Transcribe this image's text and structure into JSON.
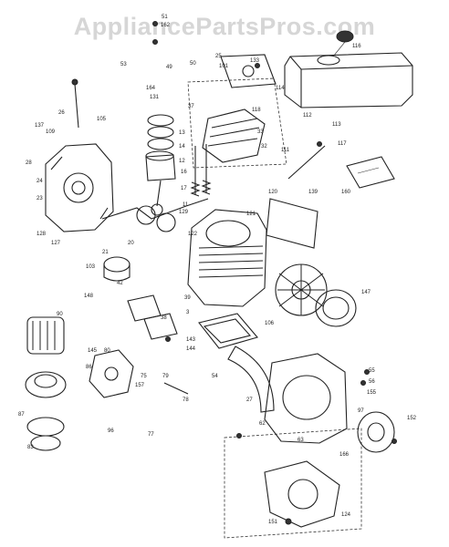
{
  "watermark": "AppliancePartsPros.com",
  "callouts": [
    {
      "id": "c51",
      "text": "51"
    },
    {
      "id": "c162",
      "text": "162"
    },
    {
      "id": "c50",
      "text": "50"
    },
    {
      "id": "c49",
      "text": "49"
    },
    {
      "id": "c53",
      "text": "53"
    },
    {
      "id": "c164",
      "text": "164"
    },
    {
      "id": "c101",
      "text": "101"
    },
    {
      "id": "c25",
      "text": "25"
    },
    {
      "id": "c133",
      "text": "133"
    },
    {
      "id": "c116",
      "text": "116"
    },
    {
      "id": "c114",
      "text": "114"
    },
    {
      "id": "c113",
      "text": "113"
    },
    {
      "id": "c112",
      "text": "112"
    },
    {
      "id": "c117",
      "text": "117"
    },
    {
      "id": "c33",
      "text": "33"
    },
    {
      "id": "c37",
      "text": "37"
    },
    {
      "id": "c32",
      "text": "32"
    },
    {
      "id": "c118",
      "text": "118"
    },
    {
      "id": "c26",
      "text": "26"
    },
    {
      "id": "c131",
      "text": "131"
    },
    {
      "id": "c137",
      "text": "137"
    },
    {
      "id": "c109",
      "text": "109"
    },
    {
      "id": "c105",
      "text": "105"
    },
    {
      "id": "c13",
      "text": "13"
    },
    {
      "id": "c12",
      "text": "12"
    },
    {
      "id": "c28",
      "text": "28"
    },
    {
      "id": "c24",
      "text": "24"
    },
    {
      "id": "c23",
      "text": "23"
    },
    {
      "id": "c121",
      "text": "121"
    },
    {
      "id": "c111",
      "text": "111"
    },
    {
      "id": "c160",
      "text": "160"
    },
    {
      "id": "c120",
      "text": "120"
    },
    {
      "id": "c139",
      "text": "139"
    },
    {
      "id": "c16",
      "text": "16"
    },
    {
      "id": "c17",
      "text": "17"
    },
    {
      "id": "c11",
      "text": "11"
    },
    {
      "id": "c14",
      "text": "14"
    },
    {
      "id": "c128",
      "text": "128"
    },
    {
      "id": "c127",
      "text": "127"
    },
    {
      "id": "c129",
      "text": "129"
    },
    {
      "id": "c122",
      "text": "122"
    },
    {
      "id": "c21",
      "text": "21"
    },
    {
      "id": "c103",
      "text": "103"
    },
    {
      "id": "c20",
      "text": "20"
    },
    {
      "id": "c147",
      "text": "147"
    },
    {
      "id": "c148",
      "text": "148"
    },
    {
      "id": "c42",
      "text": "42"
    },
    {
      "id": "c39",
      "text": "39"
    },
    {
      "id": "c38",
      "text": "38"
    },
    {
      "id": "c3",
      "text": "3"
    },
    {
      "id": "c106",
      "text": "106"
    },
    {
      "id": "c90",
      "text": "90"
    },
    {
      "id": "c145",
      "text": "145"
    },
    {
      "id": "c143",
      "text": "143"
    },
    {
      "id": "c144",
      "text": "144"
    },
    {
      "id": "c80",
      "text": "80"
    },
    {
      "id": "c75",
      "text": "75"
    },
    {
      "id": "c157",
      "text": "157"
    },
    {
      "id": "c79",
      "text": "79"
    },
    {
      "id": "c78",
      "text": "78"
    },
    {
      "id": "c54",
      "text": "54"
    },
    {
      "id": "c55",
      "text": "55"
    },
    {
      "id": "c56",
      "text": "56"
    },
    {
      "id": "c155",
      "text": "155"
    },
    {
      "id": "c86",
      "text": "86"
    },
    {
      "id": "c87",
      "text": "87"
    },
    {
      "id": "c83",
      "text": "83"
    },
    {
      "id": "c96",
      "text": "96"
    },
    {
      "id": "c77",
      "text": "77"
    },
    {
      "id": "c27",
      "text": "27"
    },
    {
      "id": "c62",
      "text": "62"
    },
    {
      "id": "c63",
      "text": "63"
    },
    {
      "id": "c97",
      "text": "97"
    },
    {
      "id": "c152",
      "text": "152"
    },
    {
      "id": "c166",
      "text": "166"
    },
    {
      "id": "c151",
      "text": "151"
    },
    {
      "id": "c124",
      "text": "124"
    }
  ]
}
